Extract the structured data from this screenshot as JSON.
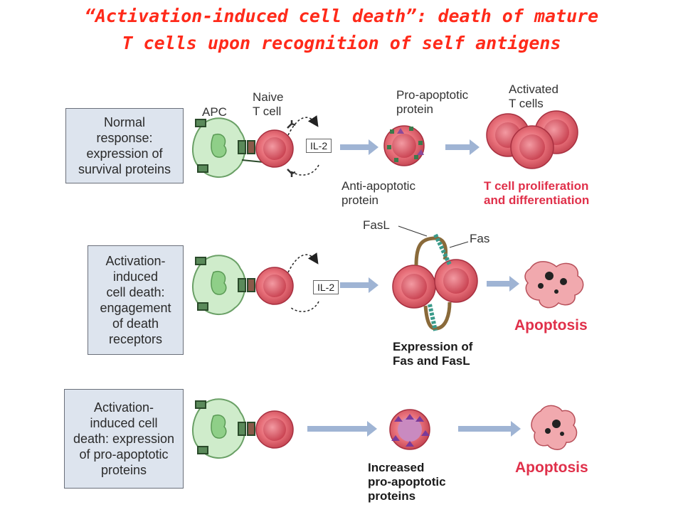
{
  "title": {
    "line1": "“Activation-induced cell death”: death of mature",
    "line2": "T cells upon recognition of self antigens"
  },
  "rows": [
    {
      "box_text": "Normal\nresponse:\nexpression of\nsurvival proteins",
      "apc_label": "APC",
      "naive_label": "Naive\nT cell",
      "il2_label": "IL-2",
      "pro_label": "Pro-apoptotic\nprotein",
      "anti_label": "Anti-apoptotic\nprotein",
      "activated_label": "Activated\nT cells",
      "outcome": "T cell proliferation\nand differentiation"
    },
    {
      "box_text": "Activation-\ninduced\ncell death:\nengagement\nof death\nreceptors",
      "il2_label": "IL-2",
      "fasl_label": "FasL",
      "fas_label": "Fas",
      "caption": "Expression of\nFas and FasL",
      "outcome": "Apoptosis"
    },
    {
      "box_text": "Activation-\ninduced cell\ndeath: expression\nof pro-apoptotic\nproteins",
      "caption": "Increased\npro-apoptotic\nproteins",
      "outcome": "Apoptosis"
    }
  ],
  "colors": {
    "title": "#ff2a1a",
    "cell_fill": "#e8707a",
    "apc_fill": "#cfeccb",
    "box_fill": "#dde4ee",
    "outcome_red": "#e0304a",
    "arrow": "#9fb4d4"
  }
}
